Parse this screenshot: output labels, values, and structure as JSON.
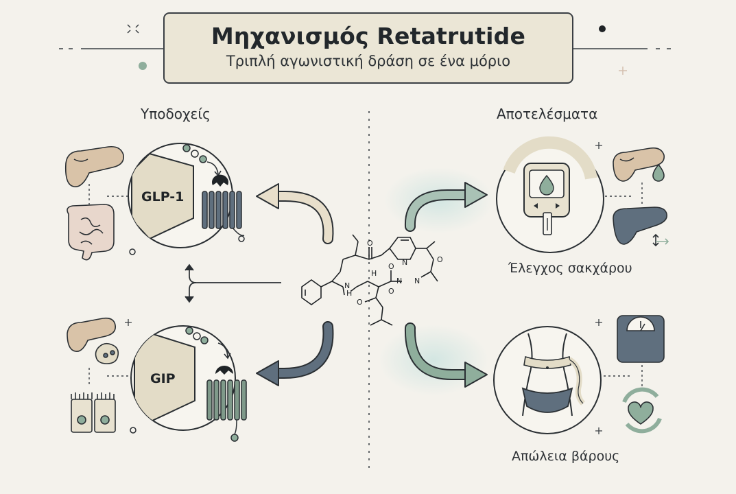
{
  "header": {
    "title": "Μηχανισμός Retatrutide",
    "subtitle": "Τριπλή αγωνιστική δράση σε ένα μόριο"
  },
  "left_panel": {
    "heading": "Υποδοχείς",
    "receptors": [
      {
        "label": "GLP-1",
        "icon": "glp1-receptor-icon"
      },
      {
        "label": "GIP",
        "icon": "gip-receptor-icon"
      }
    ],
    "organ_icons": [
      "pancreas-icon",
      "intestine-icon",
      "pancreas-icon",
      "intestinal-cells-icon"
    ]
  },
  "right_panel": {
    "heading": "Αποτελέσματα",
    "outcomes": [
      {
        "label": "Έλεγχος σακχάρου",
        "icon": "glucose-meter-icon",
        "side_icons": [
          "pancreas-drop-icon",
          "liver-icon"
        ]
      },
      {
        "label": "Απώλεια βάρους",
        "icon": "waist-measure-icon",
        "side_icons": [
          "scale-icon",
          "heart-cycle-icon"
        ]
      }
    ]
  },
  "molecule": {
    "atoms": [
      "N",
      "H",
      "N",
      "N",
      "N",
      "H",
      "O",
      "O",
      "O",
      "O",
      "O"
    ]
  },
  "colors": {
    "background": "#f4f2ec",
    "title_box": "#ebe6d6",
    "outline": "#3a3f44",
    "sage": "#7f9a8a",
    "slate": "#5f6f7e",
    "beige": "#e3dcc7",
    "teal_glow": "#cfe3df"
  }
}
